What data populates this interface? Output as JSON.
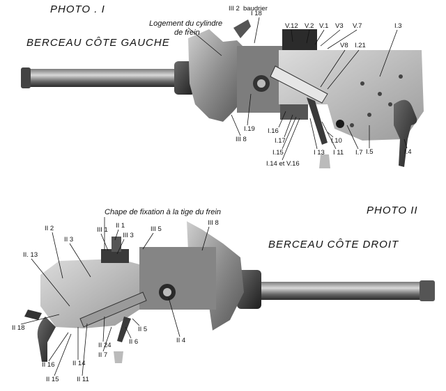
{
  "photo1": {
    "number": "PHOTO . I",
    "title": "BERCEAU CÔTE GAUCHE",
    "annotation": "Logement du cylindre de frein",
    "labels": {
      "l_III2": "III 2",
      "l_baudrier": "baudrier",
      "l_I18": "I 18",
      "l_V12": "V.12",
      "l_V2": "V.2",
      "l_V1": "V.1",
      "l_V3": "V3",
      "l_V7": "V.7",
      "l_I3": "I.3",
      "l_V8": "V8",
      "l_I21": "I.21",
      "l_I19": "I.19",
      "l_III8": "III 8",
      "l_I16": "I.16",
      "l_I17": "I.17",
      "l_I10": "I.10",
      "l_I15": "I.15",
      "l_I13": "I 13",
      "l_I11": "I 11",
      "l_I14V16": "I.14 et V.16",
      "l_I7": "I.7",
      "l_I5": "I.5",
      "l_I4": "I.4"
    }
  },
  "photo2": {
    "number": "PHOTO II",
    "title": "BERCEAU CÔTE DROIT",
    "annotation": "Chape de fixation à la tige du frein",
    "labels": {
      "l_III1": "III 1",
      "l_II1": "II 1",
      "l_III5": "III 5",
      "l_III8": "III 8",
      "l_II2": "II 2",
      "l_II3": "II 3",
      "l_III3": "III 3",
      "l_II13": "II. 13",
      "l_II18": "II 18",
      "l_II4": "II 4",
      "l_II5": "II 5",
      "l_II6": "II 6",
      "l_II24": "II 24",
      "l_II7": "II 7",
      "l_II14": "II 14",
      "l_II16": "II 16",
      "l_II15": "II 15",
      "l_II11": "II 11"
    }
  }
}
